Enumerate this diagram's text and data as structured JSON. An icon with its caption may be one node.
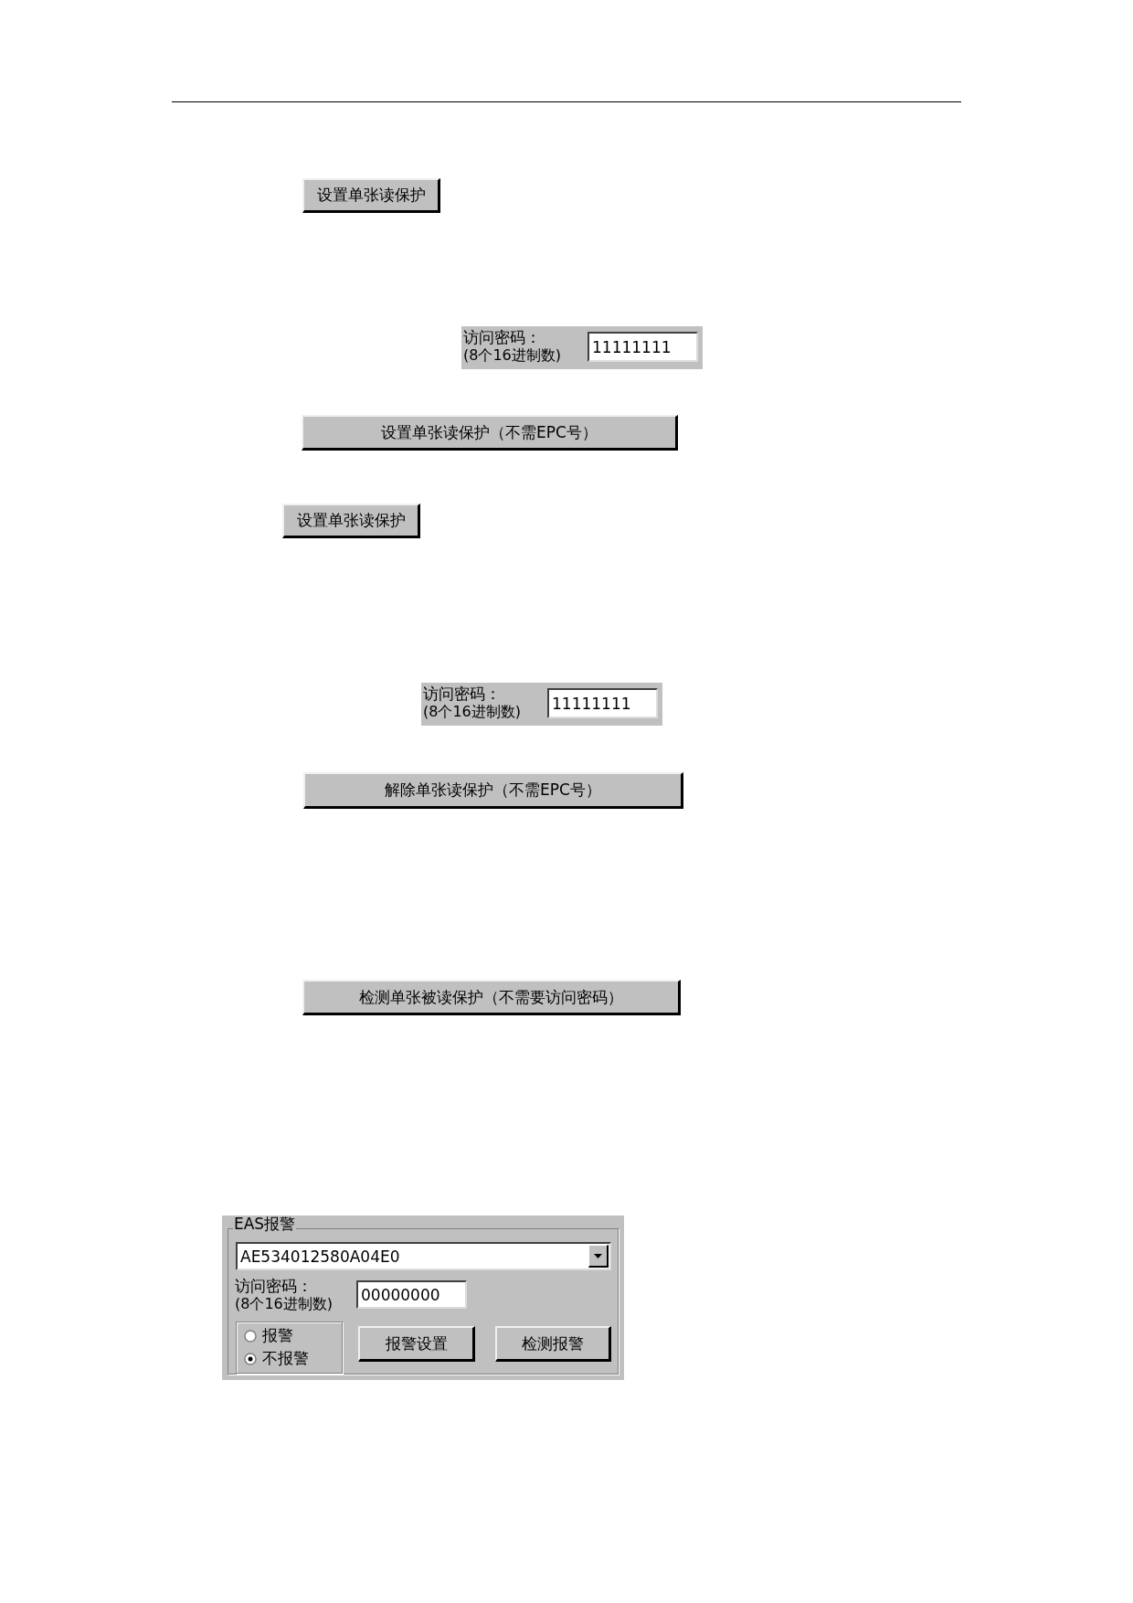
{
  "diagram": {
    "nodes": [
      {
        "text": [
          "设置单张读保护"
        ]
      },
      {
        "text": [
          "访问密码：",
          "(8个16进制数)"
        ]
      },
      {
        "text": [
          "11111111"
        ],
        "in": 1
      },
      {
        "text": [
          "设置单张读保护（不需EPC号）"
        ]
      },
      {
        "text": [
          "设置单张读保护"
        ]
      },
      {
        "text": [
          "访问密码：",
          "(8个16进制数)"
        ]
      },
      {
        "text": [
          "11111111"
        ],
        "in": 5
      },
      {
        "text": [
          "解除单张读保护（不需EPC号）"
        ]
      },
      {
        "text": [
          "检测单张被读保护（不需要访问密码）"
        ]
      },
      {
        "text": [
          "EAS报警",
          "访问密码：",
          "(8个16进制数)"
        ]
      },
      {
        "text": [
          "AE534012580A04E0"
        ],
        "in": 9
      },
      {
        "text": [
          "00000000"
        ],
        "in": 9
      },
      {
        "text": [
          "报警",
          "不报警"
        ],
        "in": 9
      },
      {
        "text": [
          "报警设置"
        ],
        "in": 9
      },
      {
        "text": [
          "检测报警"
        ],
        "in": 9
      }
    ]
  }
}
